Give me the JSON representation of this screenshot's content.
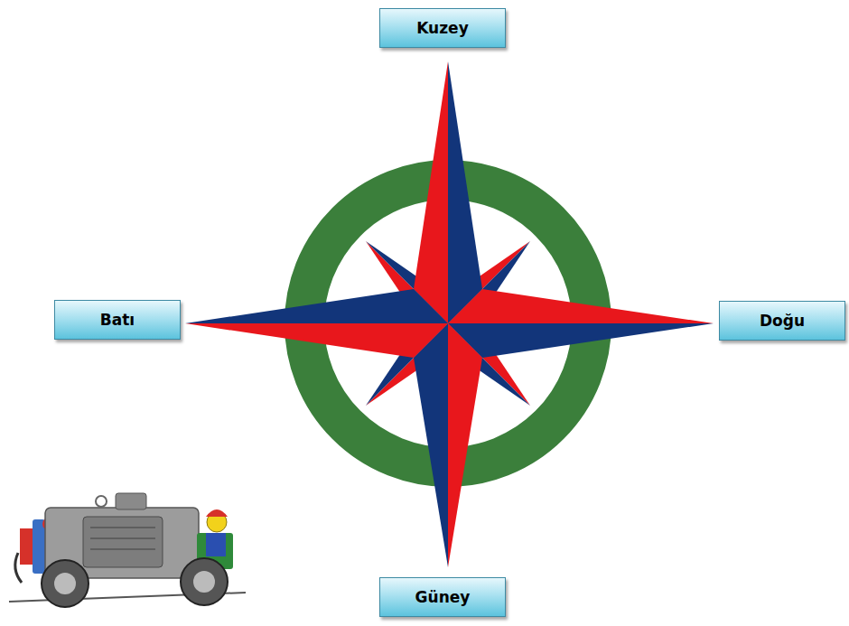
{
  "diagram": {
    "nodes": [
      {
        "text": [
          "Kuzey"
        ]
      },
      {
        "text": [
          "Batı"
        ]
      },
      {
        "text": [
          "Doğu"
        ]
      },
      {
        "text": [
          "Güney"
        ]
      }
    ]
  }
}
